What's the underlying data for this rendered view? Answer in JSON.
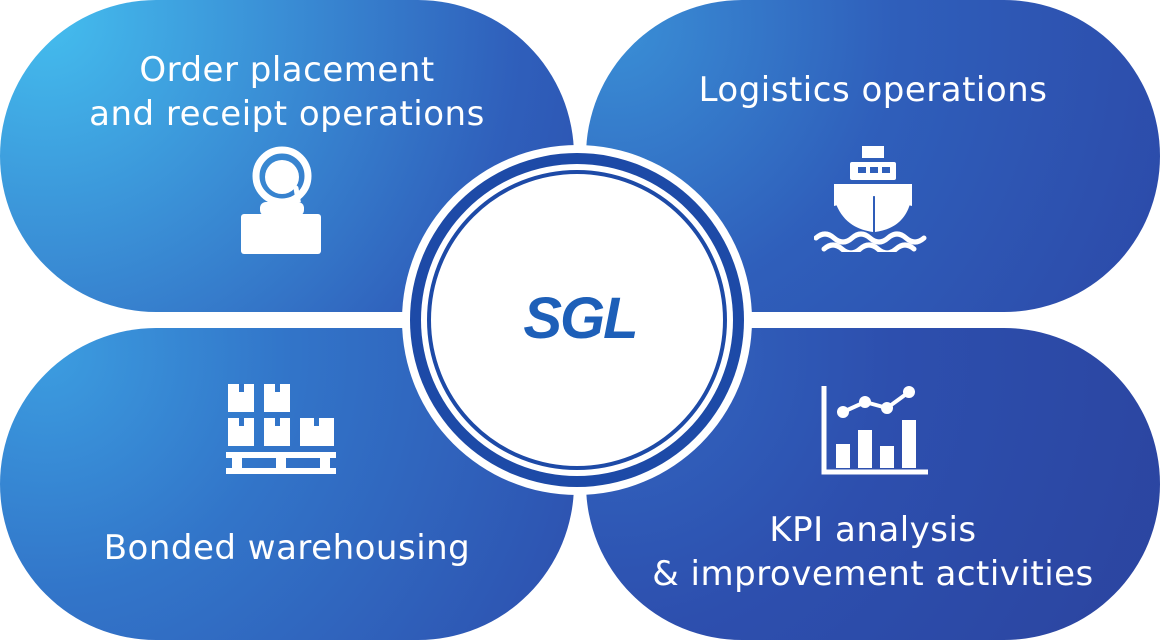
{
  "items": [
    {
      "label": "Order placement\nand receipt operations",
      "icon": "operator-headset-icon"
    },
    {
      "label": "Logistics operations",
      "icon": "ship-icon"
    },
    {
      "label": "Bonded warehousing",
      "icon": "pallet-boxes-icon"
    },
    {
      "label": "KPI analysis\n& improvement activities",
      "icon": "bar-line-chart-icon"
    }
  ],
  "center": {
    "logo_text": "SGL",
    "icon": "sgl-logo"
  },
  "colors": {
    "light_blue": "#44bdee",
    "dark_blue": "#2c49a8",
    "logo_blue": "#1d5fb8",
    "ring": "#1d4aa7"
  }
}
